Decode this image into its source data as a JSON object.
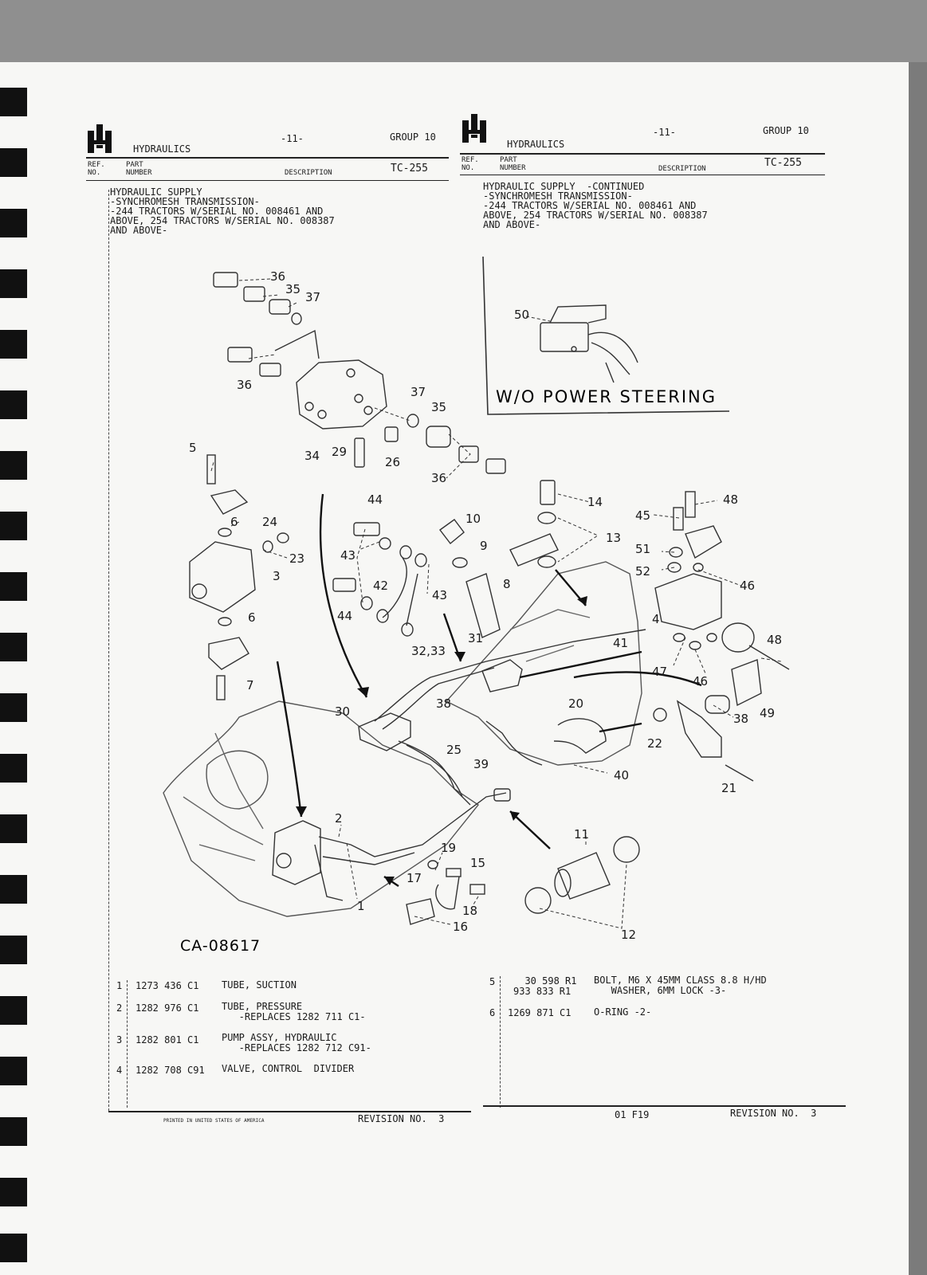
{
  "left": {
    "section": "HYDRAULICS",
    "page_no": "-11-",
    "group": "GROUP 10",
    "tc": "TC-255",
    "col_ref": "REF.\nNO.",
    "col_part": "PART\nNUMBER",
    "col_desc": "DESCRIPTION",
    "title": "HYDRAULIC SUPPLY\n-SYNCHROMESH TRANSMISSION-\n-244 TRACTORS W/SERIAL NO. 008461 AND\nABOVE, 254 TRACTORS W/SERIAL NO. 008387\nAND ABOVE-"
  },
  "right": {
    "section": "HYDRAULICS",
    "page_no": "-11-",
    "group": "GROUP 10",
    "tc": "TC-255",
    "col_ref": "REF.\nNO.",
    "col_part": "PART\nNUMBER",
    "col_desc": "DESCRIPTION",
    "title": "HYDRAULIC SUPPLY  -CONTINUED\n-SYNCHROMESH TRANSMISSION-\n-244 TRACTORS W/SERIAL NO. 008461 AND\nABOVE, 254 TRACTORS W/SERIAL NO. 008387\nAND ABOVE-"
  },
  "inset_caption": "W/O POWER STEERING",
  "drawing_no": "CA-08617",
  "parts_left": [
    {
      "ref": "1",
      "part": "1273 436 C1",
      "desc": "TUBE, SUCTION"
    },
    {
      "ref": "2",
      "part": "1282 976 C1",
      "desc": "TUBE, PRESSURE\n   -REPLACES 1282 711 C1-"
    },
    {
      "ref": "3",
      "part": "1282 801 C1",
      "desc": "PUMP ASSY, HYDRAULIC\n   -REPLACES 1282 712 C91-"
    },
    {
      "ref": "4",
      "part": "1282 708 C91",
      "desc": "VALVE, CONTROL  DIVIDER"
    }
  ],
  "parts_right": [
    {
      "ref": "5",
      "part": "  30 598 R1\n933 833 R1",
      "desc": "BOLT, M6 X 45MM CLASS 8.8 H/HD\n   WASHER, 6MM LOCK -3-"
    },
    {
      "ref": "6",
      "part": "1269 871 C1",
      "desc": "O-RING -2-"
    }
  ],
  "footer": {
    "printed": "PRINTED IN UNITED STATES OF AMERICA",
    "revision_left": "REVISION NO.  3",
    "code": "01 F19",
    "revision_right": "REVISION NO.  3"
  },
  "callouts": [
    "36",
    "35",
    "37",
    "36",
    "37",
    "35",
    "34",
    "29",
    "26",
    "36",
    "5",
    "6",
    "24",
    "23",
    "3",
    "6",
    "7",
    "44",
    "43",
    "42",
    "43",
    "44",
    "10",
    "9",
    "8",
    "14",
    "13",
    "45",
    "48",
    "51",
    "52",
    "46",
    "4",
    "41",
    "48",
    "47",
    "46",
    "32,33",
    "31",
    "30",
    "38",
    "20",
    "38",
    "49",
    "22",
    "21",
    "25",
    "39",
    "40",
    "2",
    "11",
    "19",
    "15",
    "17",
    "18",
    "16",
    "1",
    "12",
    "50"
  ]
}
